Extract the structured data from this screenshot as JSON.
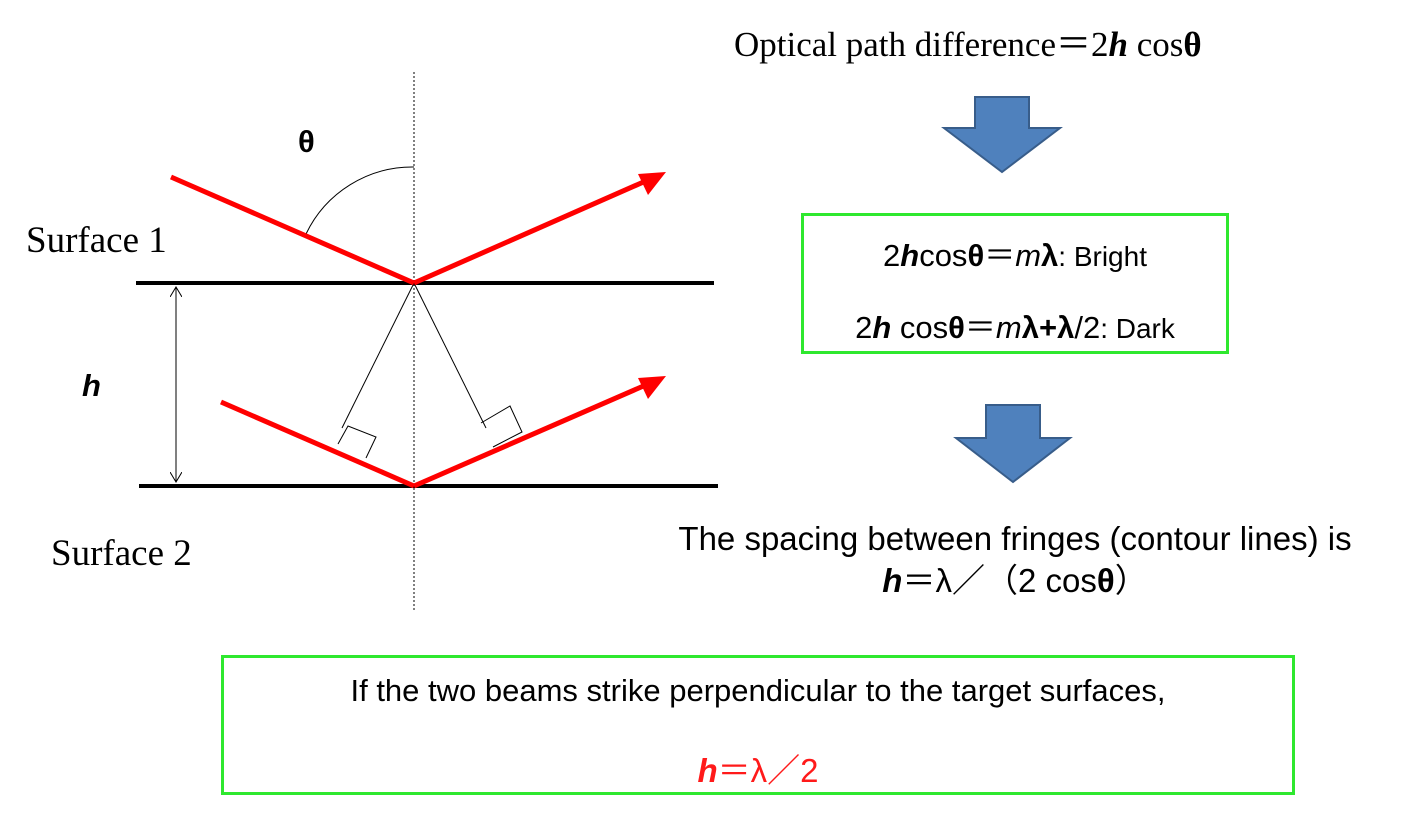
{
  "labels": {
    "theta": "θ",
    "surface1": "Surface 1",
    "surface2": "Surface 2",
    "h": "h"
  },
  "opd": {
    "text": "Optical path difference＝2",
    "h": "h",
    "cos": " cos",
    "theta": "θ"
  },
  "bright": {
    "pre": "2",
    "h": "h",
    "cos": "cos",
    "theta": "θ",
    "eq": "＝",
    "m": "m",
    "lambda": "λ",
    "label": ": Bright"
  },
  "dark": {
    "pre": "2",
    "h": "h",
    "cos": " cos",
    "theta": "θ",
    "eq": "＝",
    "m": "m",
    "lambda1": "λ",
    "plus": "+",
    "lambda2": "λ",
    "div": "/2",
    "label": ": Dark"
  },
  "spacing": {
    "line1": "The spacing between fringes (contour lines) is",
    "h": "h",
    "rest": "＝λ／（2 cos",
    "theta": "θ",
    "close": "）"
  },
  "perp": {
    "line1": "If the two beams strike perpendicular to the target surfaces,",
    "h": "h",
    "rest": "＝λ／2"
  },
  "colors": {
    "beam": "#ff0000",
    "box_border": "#2ee82e",
    "arrow_fill": "#4f81bd",
    "arrow_stroke": "#385d8a"
  }
}
